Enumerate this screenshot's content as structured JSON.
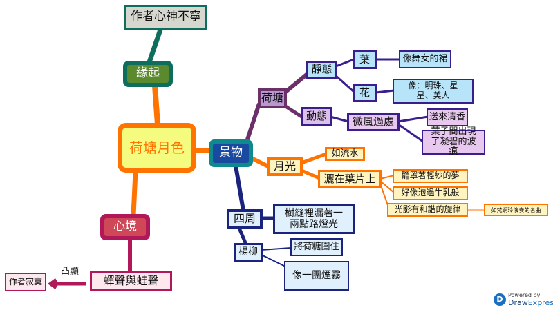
{
  "root": {
    "label": "荷塘月色"
  },
  "origin": {
    "label": "緣起",
    "child": "作者心神不寧"
  },
  "scenery": {
    "label": "景物"
  },
  "pond": {
    "label": "荷塘",
    "static": {
      "label": "靜態",
      "leaf": {
        "label": "葉",
        "desc": "像舞女的裙"
      },
      "flower": {
        "label": "花",
        "desc": "像：明珠、星星、美人"
      }
    },
    "dynamic": {
      "label": "動態",
      "breeze": {
        "label": "微風過處",
        "c1": "送來清香",
        "c2": "葉子間出現了凝碧的波痕"
      }
    }
  },
  "moon": {
    "label": "月光",
    "c1": "如流水",
    "c2": {
      "label": "灑在葉片上",
      "items": [
        "籠罩著輕紗的夢",
        "好像泡過牛乳般",
        "光影有和諧的旋律"
      ],
      "note": "如梵婀玲演奏的名曲"
    }
  },
  "surround": {
    "label": "四周",
    "c1": "樹縫裡漏著一兩點路燈光"
  },
  "willow": {
    "label": "楊柳",
    "c1": "將荷糖圍住",
    "c2": "像一團煙霧"
  },
  "mood": {
    "label": "心境",
    "child": "蟬聲與蛙聲",
    "relation": "凸顯",
    "target": "作者寂寞"
  },
  "watermark": {
    "powered": "Powered by",
    "brand1": "Draw",
    "brand2": "Express"
  },
  "colors": {
    "orange": "#ff7300",
    "teal": "#0e6e5e",
    "purple": "#6b3068",
    "indigo": "#3a1e8e",
    "navy": "#1a237e",
    "crimson": "#b0185a"
  }
}
